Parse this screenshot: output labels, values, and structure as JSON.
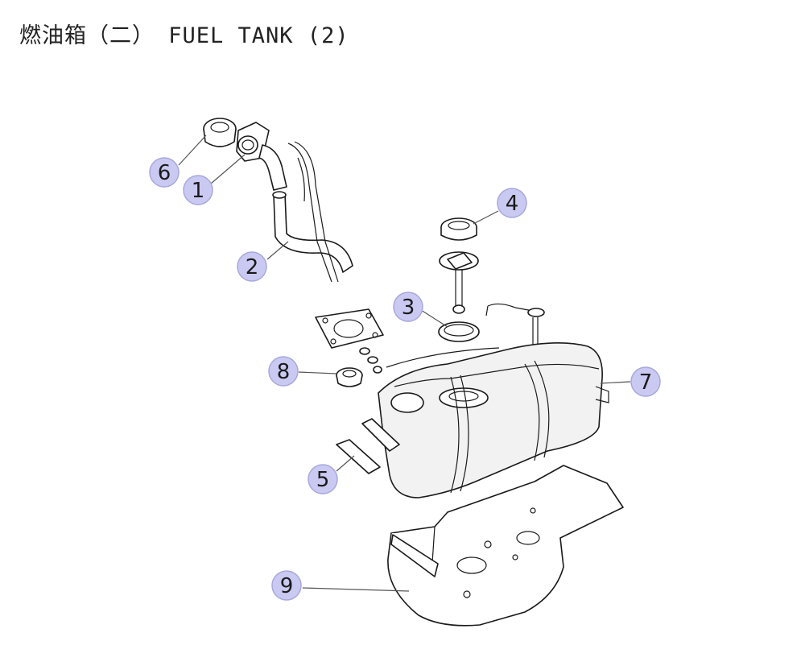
{
  "title": "燃油箱（二） FUEL TANK (2)",
  "colors": {
    "callout_fill": "#c9c9f2",
    "callout_stroke": "#a8a8dc",
    "line": "#1a1a1a"
  },
  "callouts": [
    {
      "label": "1",
      "part": "filler-neck-flange"
    },
    {
      "label": "2",
      "part": "filler-hose"
    },
    {
      "label": "3",
      "part": "seal-ring"
    },
    {
      "label": "4",
      "part": "locking-ring"
    },
    {
      "label": "5",
      "part": "mounting-bracket"
    },
    {
      "label": "6",
      "part": "fuel-cap"
    },
    {
      "label": "7",
      "part": "fuel-tank"
    },
    {
      "label": "8",
      "part": "grommet"
    },
    {
      "label": "9",
      "part": "tank-guard"
    }
  ]
}
